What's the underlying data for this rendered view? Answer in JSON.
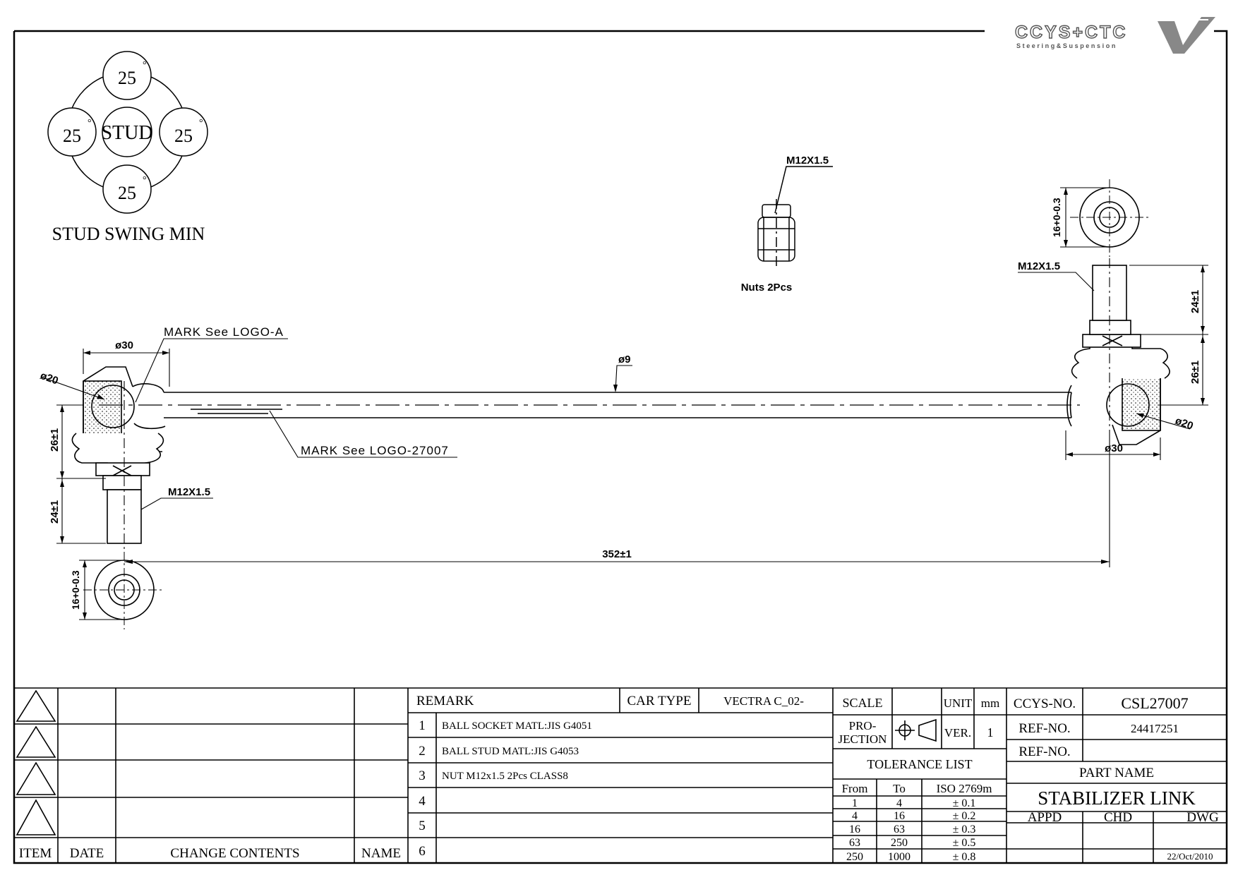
{
  "logo": {
    "brand": "CCYS+CTC",
    "tagline": "Steering&Suspension"
  },
  "swing": {
    "center": "STUD",
    "angles": [
      "25",
      "25",
      "25",
      "25"
    ],
    "degree_mark": "°",
    "caption": "STUD SWING MIN"
  },
  "nut": {
    "thread": "M12X1.5",
    "caption": "Nuts 2Pcs"
  },
  "dims": {
    "d30_left": "ø30",
    "d20_left": "ø20",
    "mark_logo_a": "MARK See LOGO-A",
    "d9": "ø9",
    "mark_logo_part": "MARK See LOGO-27007",
    "d26_left": "26±1",
    "d24_left": "24±1",
    "m12_left": "M12X1.5",
    "length": "352±1",
    "hex_left": "16+0-0.3",
    "hex_right": "16+0-0.3",
    "m12_right": "M12X1.5",
    "d24_right": "24±1",
    "d26_right": "26±1",
    "d20_right": "ø20",
    "d30_right": "ø30"
  },
  "revision_table": {
    "headers": {
      "item": "ITEM",
      "date": "DATE",
      "contents": "CHANGE CONTENTS",
      "name": "NAME"
    }
  },
  "remark": {
    "label": "REMARK",
    "car_type_label": "CAR TYPE",
    "car_type_value": "VECTRA C_02-",
    "rows": [
      {
        "no": "1",
        "text": "BALL SOCKET MATL:JIS G4051"
      },
      {
        "no": "2",
        "text": "BALL STUD MATL:JIS G4053"
      },
      {
        "no": "3",
        "text": "NUT M12x1.5 2Pcs CLASS8"
      },
      {
        "no": "4",
        "text": ""
      },
      {
        "no": "5",
        "text": ""
      },
      {
        "no": "6",
        "text": ""
      }
    ]
  },
  "spec": {
    "scale_label": "SCALE",
    "scale_value": "",
    "unit_label": "UNIT",
    "unit_value": "mm",
    "projection_label_1": "PRO-",
    "projection_label_2": "JECTION",
    "ver_label": "VER.",
    "ver_value": "1",
    "tolerance_title": "TOLERANCE LIST",
    "tolerance_headers": [
      "From",
      "To",
      "ISO 2769m"
    ],
    "tolerance_rows": [
      [
        "1",
        "4",
        "± 0.1"
      ],
      [
        "4",
        "16",
        "± 0.2"
      ],
      [
        "16",
        "63",
        "± 0.3"
      ],
      [
        "63",
        "250",
        "± 0.5"
      ],
      [
        "250",
        "1000",
        "± 0.8"
      ]
    ]
  },
  "title_block": {
    "ccys_no_label": "CCYS-NO.",
    "ccys_no_value": "CSL27007",
    "ref_no_label": "REF-NO.",
    "ref_no_value": "24417251",
    "ref_no2_label": "REF-NO.",
    "ref_no2_value": "",
    "part_name_label": "PART NAME",
    "part_name_value": "STABILIZER LINK",
    "appd": "APPD",
    "chd": "CHD",
    "dwg": "DWG",
    "date": "22/Oct/2010"
  }
}
